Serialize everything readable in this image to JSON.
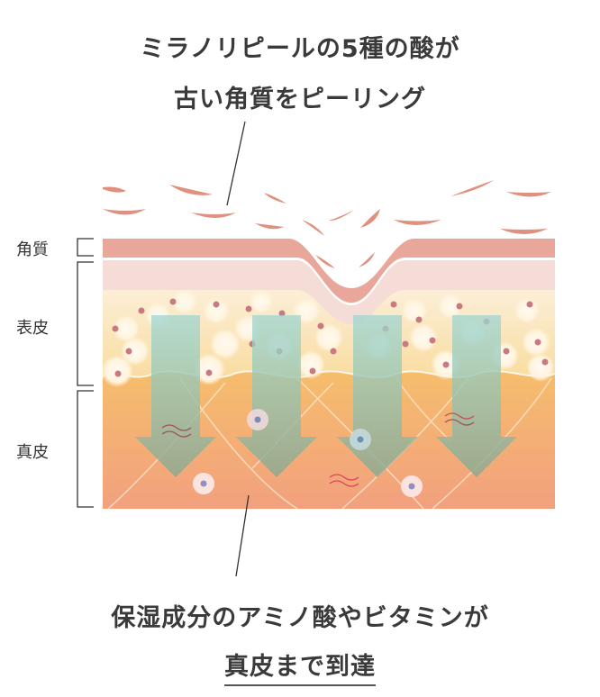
{
  "header": {
    "line1": "ミラノリピールの5種の酸が",
    "line2": "古い角質をピーリング"
  },
  "footer": {
    "line1": "保湿成分のアミノ酸やビタミンが",
    "line2": "真皮まで到達"
  },
  "layers": [
    {
      "label": "角質",
      "color": "#e8a79a"
    },
    {
      "label": "表皮",
      "color": "#fbeed3"
    },
    {
      "label": "真皮",
      "color": "#f3b274"
    }
  ],
  "colors": {
    "flake": "#e0907e",
    "arrow": "#8fae96",
    "cell_nucleus": "#c97a80",
    "dermis_top": "#f6bd6e",
    "dermis_bottom": "#f2a27c"
  }
}
